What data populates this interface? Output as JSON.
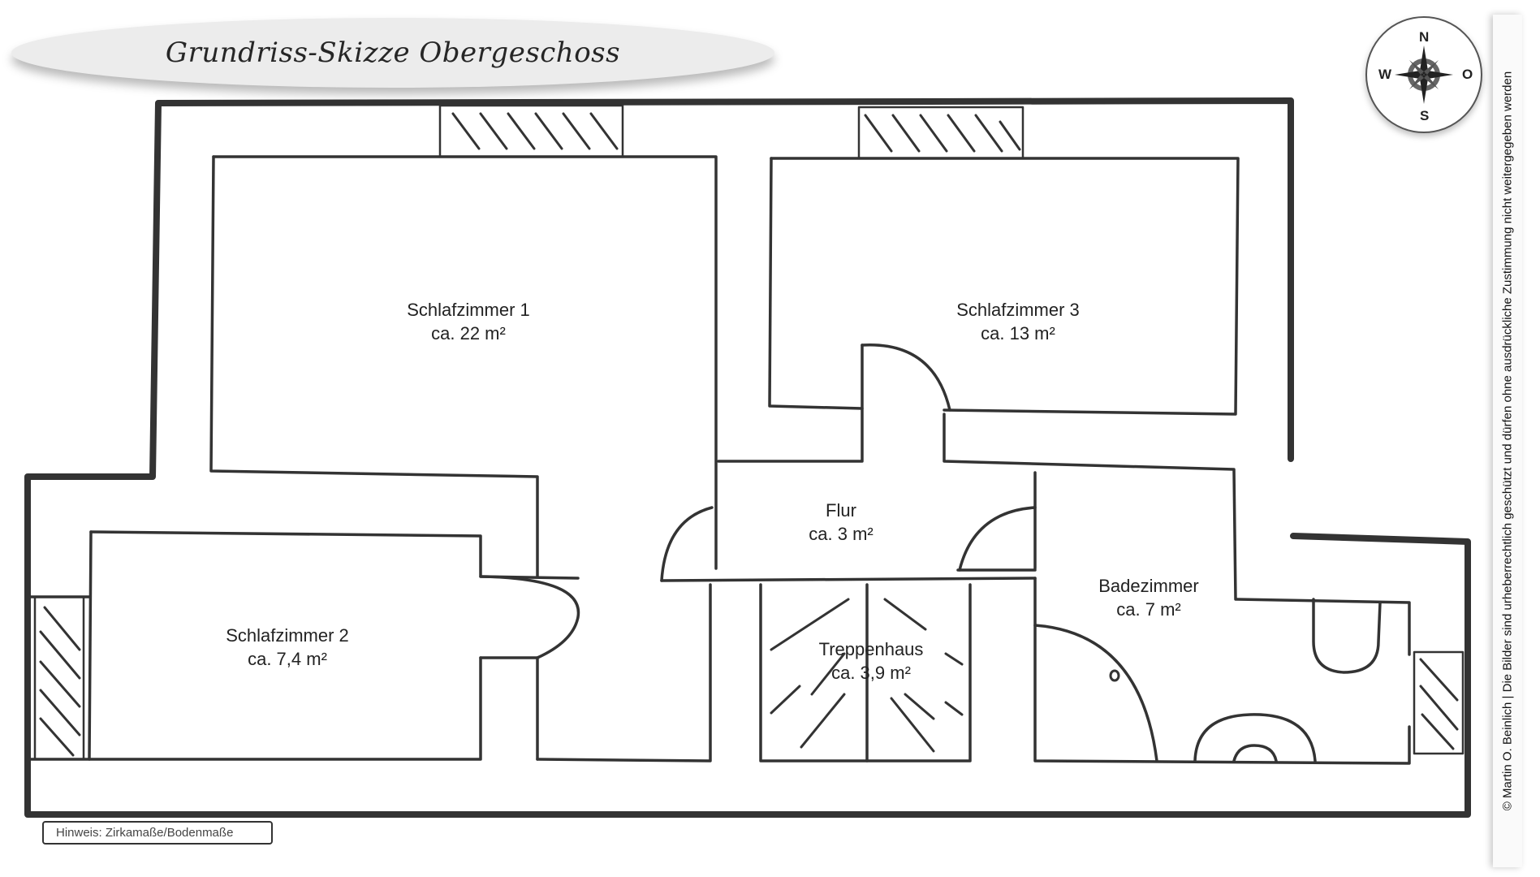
{
  "title": "Grundriss-Skizze Obergeschoss",
  "rooms": [
    {
      "name": "Schlafzimmer 1",
      "area": "ca. 22 m²"
    },
    {
      "name": "Schlafzimmer 3",
      "area": "ca. 13 m²"
    },
    {
      "name": "Flur",
      "area": "ca. 3 m²"
    },
    {
      "name": "Badezimmer",
      "area": "ca. 7 m²"
    },
    {
      "name": "Schlafzimmer 2",
      "area": "ca. 7,4 m²"
    },
    {
      "name": "Treppenhaus",
      "area": "ca. 3,9 m²"
    }
  ],
  "compass": {
    "north": "N",
    "south": "S",
    "west": "W",
    "east": "O"
  },
  "hint": "Hinweis: Zirkamaße/Bodenmaße",
  "copyright": "© Martin O. Beinlich | Die Bilder sind urheberrechtlich geschützt und dürfen ohne ausdrückliche Zustimmung nicht weitergegeben werden",
  "colors": {
    "wall": "#333333",
    "title_pill": "#ececec"
  }
}
